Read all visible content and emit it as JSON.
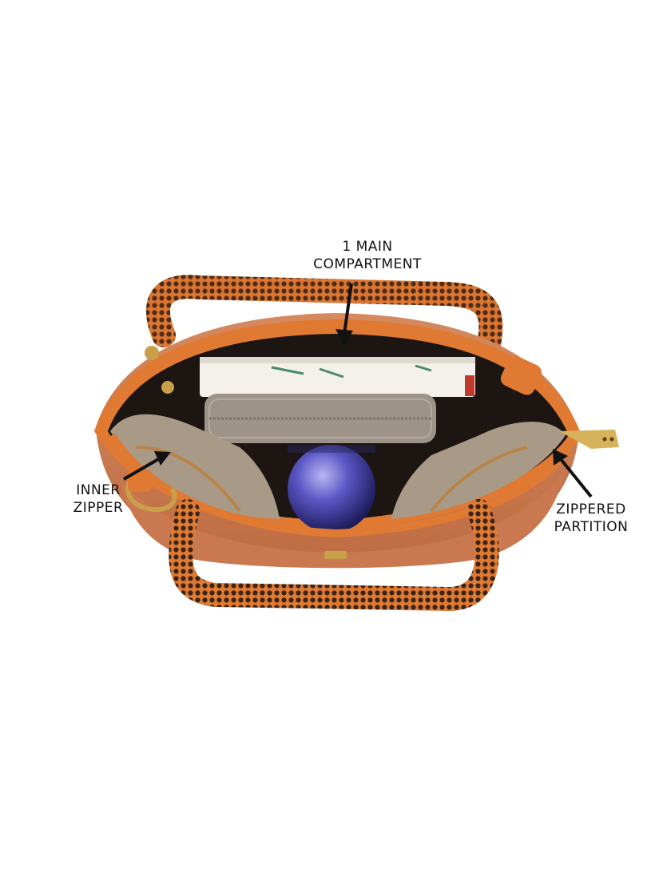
{
  "image": {
    "alt": "Open tan handbag with checked handles and zippered compartments"
  },
  "callouts": {
    "main_compartment": {
      "line1": "1 MAIN",
      "line2": "COMPARTMENT"
    },
    "inner_zipper": {
      "line1": "INNER",
      "line2": "ZIPPER"
    },
    "zippered_partition": {
      "line1": "ZIPPERED",
      "line2": "PARTITION"
    }
  },
  "colors": {
    "leather": "#c9784f",
    "zipper_trim": "#e07a33",
    "handle_dots": "#3b2418",
    "lining": "#a89a86",
    "wallet": "#9d9389",
    "bottle_cap": "#3d3a8c",
    "interior_dark": "#1c1512"
  }
}
